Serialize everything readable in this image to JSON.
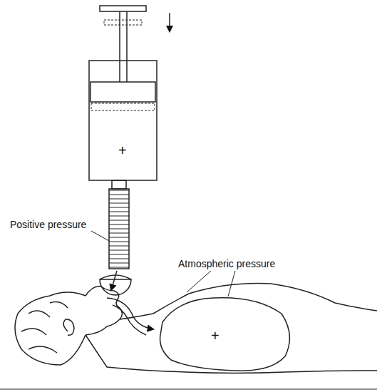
{
  "diagram": {
    "labels": [
      "Positive pressure",
      "Atmospheric pressure",
      "+",
      "+"
    ]
  }
}
